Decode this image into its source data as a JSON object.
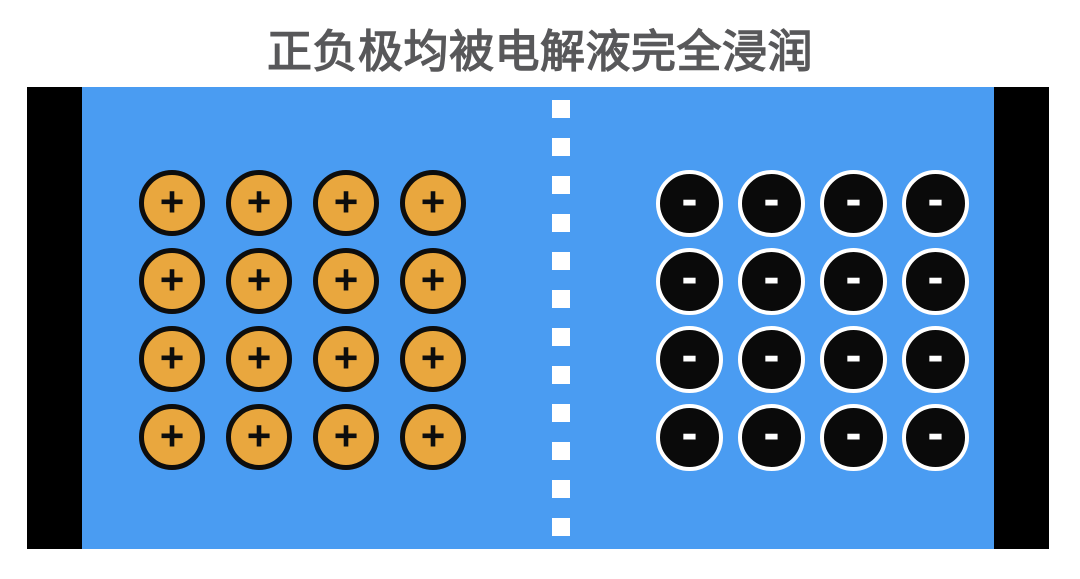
{
  "title": "正负极均被电解液完全浸润",
  "colors": {
    "page-bg": "#FFFFFF",
    "title-text": "#58585A",
    "electrolyte-blue": "#4A9CF2",
    "electrode-black": "#000000",
    "positive-ion-fill": "#E9A73E",
    "positive-ion-border": "#0D0D0D",
    "positive-symbol": "#0D0D0D",
    "negative-ion-fill": "#0A0A0A",
    "negative-ion-ring": "#FFFFFF",
    "negative-symbol": "#FFFFFF",
    "separator-dash": "#FFFFFF"
  },
  "diagram": {
    "positive_ions": {
      "symbol": "+",
      "rows": 4,
      "cols": 4,
      "count": 16
    },
    "negative_ions": {
      "symbol": "-",
      "rows": 4,
      "cols": 4,
      "count": 16
    },
    "separator": {
      "dash_count": 12
    }
  }
}
